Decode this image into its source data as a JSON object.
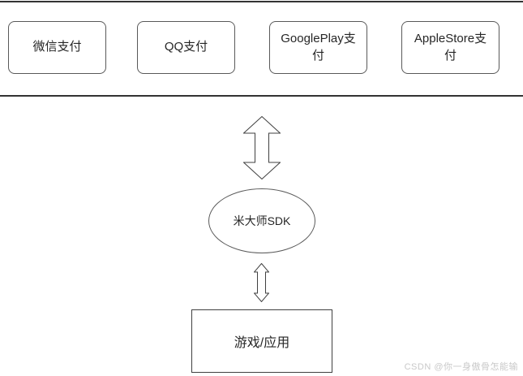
{
  "diagram": {
    "channels": [
      {
        "label": "微信支付"
      },
      {
        "label": "QQ支付"
      },
      {
        "label": "GooglePlay支付"
      },
      {
        "label": "AppleStore支付"
      }
    ],
    "sdk": {
      "label": "米大师SDK"
    },
    "app": {
      "label": "游戏/应用"
    }
  },
  "watermark": {
    "text": "CSDN @你一身傲骨怎能输"
  },
  "colors": {
    "divider": "#333333",
    "box_border": "#595959",
    "arrow_stroke": "#404040",
    "text": "#262626",
    "watermark": "#c9c9c9"
  }
}
